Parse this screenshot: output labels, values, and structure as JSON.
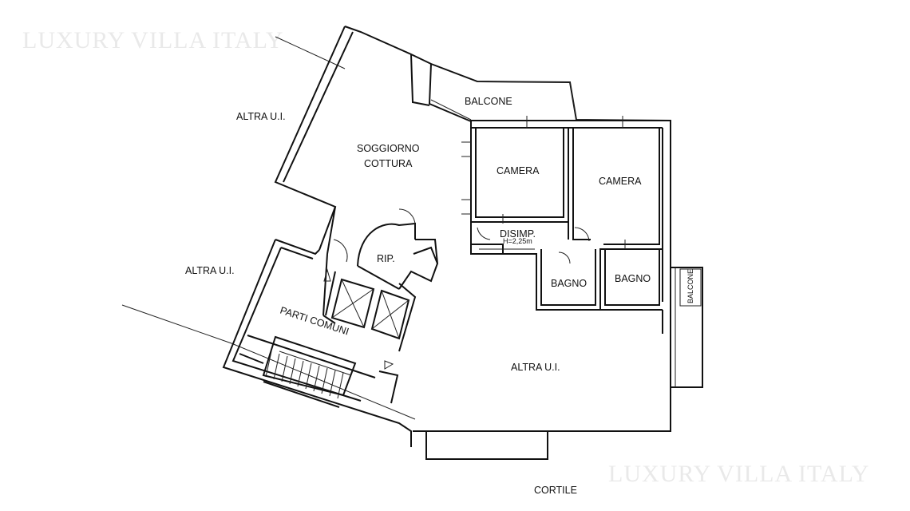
{
  "watermark": {
    "text": "LUXURY VILLA ITALY"
  },
  "rooms": {
    "balcone_top": "BALCONE",
    "soggiorno_line1": "SOGGIORNO",
    "soggiorno_line2": "COTTURA",
    "camera_1": "CAMERA",
    "camera_2": "CAMERA",
    "disimpegno": "DISIMP.",
    "disimpegno_height": "H=2,25m",
    "ripostiglio": "RIP.",
    "bagno_1": "BAGNO",
    "bagno_2": "BAGNO",
    "balcone_side": "BALCONE",
    "parti_comuni": "PARTI COMUNI"
  },
  "surroundings": {
    "altra_ui_top_left": "ALTRA U.I.",
    "altra_ui_mid_left": "ALTRA U.I.",
    "altra_ui_bottom_right": "ALTRA U.I.",
    "cortile": "CORTILE"
  }
}
